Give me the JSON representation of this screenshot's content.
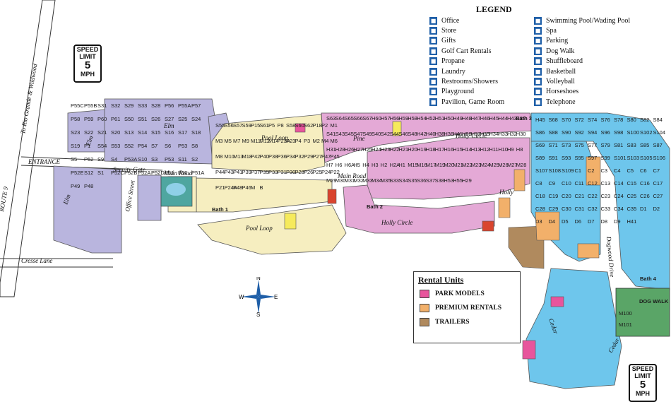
{
  "legend": {
    "title": "LEGEND",
    "left": [
      {
        "label": "Office",
        "icon": "office-icon"
      },
      {
        "label": "Store",
        "icon": "store-icon"
      },
      {
        "label": "Gifts",
        "icon": "gifts-icon"
      },
      {
        "label": "Golf Cart Rentals",
        "icon": "golf-cart-icon"
      },
      {
        "label": "Propane",
        "icon": "propane-icon"
      },
      {
        "label": "Laundry",
        "icon": "laundry-icon"
      },
      {
        "label": "Restrooms/Showers",
        "icon": "restroom-icon"
      },
      {
        "label": "Playground",
        "icon": "playground-icon"
      },
      {
        "label": "Pavilion, Game Room",
        "icon": "pavilion-icon"
      }
    ],
    "right": [
      {
        "label": "Swimming Pool/Wading Pool",
        "icon": "pool-icon"
      },
      {
        "label": "Spa",
        "icon": "spa-icon"
      },
      {
        "label": "Parking",
        "icon": "parking-icon"
      },
      {
        "label": "Dog Walk",
        "icon": "dog-walk-icon"
      },
      {
        "label": "Shuffleboard",
        "icon": "shuffleboard-icon"
      },
      {
        "label": "Basketball",
        "icon": "basketball-icon"
      },
      {
        "label": "Volleyball",
        "icon": "volleyball-icon"
      },
      {
        "label": "Horseshoes",
        "icon": "horseshoes-icon"
      },
      {
        "label": "Telephone",
        "icon": "telephone-icon"
      }
    ]
  },
  "speed_limit": {
    "line1": "SPEED",
    "line2": "LIMIT",
    "number": "5",
    "unit": "MPH"
  },
  "rental_units": {
    "title": "Rental Units",
    "items": [
      {
        "label": "PARK MODELS",
        "color": "#e8559c"
      },
      {
        "label": "PREMIUM RENTALS",
        "color": "#f2b06a"
      },
      {
        "label": "TRAILERS",
        "color": "#b08a5e"
      }
    ]
  },
  "compass": {
    "n": "N",
    "s": "S",
    "e": "E",
    "w": "W"
  },
  "colors": {
    "purple": "#b9b5de",
    "cream": "#f6eec0",
    "pink": "#e4a9d6",
    "blue": "#6ec6ec",
    "magenta": "#e8559c",
    "orange": "#f2b06a",
    "brown": "#b08a5e",
    "yellow": "#f6ea5c",
    "green": "#5aa567",
    "red": "#d9442e",
    "road": "#ffffff",
    "outline": "#555555"
  },
  "roads": {
    "route9": "ROUTE 9",
    "rio_grande": "To Rio Grande & Wildwood",
    "entrance": "ENTRANCE",
    "security_gate": "Secuity Gate",
    "main_road_1": "Main Road",
    "main_road_2": "Main Road",
    "office_street": "Office Street",
    "elm_1": "Elm",
    "elm_2": "Elm",
    "elm_3": "Elm",
    "pool_loop_1": "Pool Loop",
    "pool_loop_2": "Pool Loop",
    "pine": "Pine",
    "holly_circle_1": "Holly Circle",
    "holly_circle_2": "Holly Circle",
    "holly": "Holly",
    "dogwood": "Dogwood Drive",
    "cedar_1": "Cedar",
    "cedar_2": "Cedar",
    "cresse": "Cresse Lane"
  },
  "facilities": {
    "bath1": "Bath 1",
    "bath2": "Bath 2",
    "bath3": "Bath 3",
    "bath4": "Bath 4",
    "dog_walk": "DOG WALK"
  },
  "sites": {
    "west": [
      "P55C",
      "P55B",
      "S31",
      "S32",
      "S29",
      "S33",
      "S28",
      "P56",
      "P55A",
      "P57",
      "P58",
      "P59",
      "P60",
      "P61",
      "S50",
      "S51",
      "S26",
      "S27",
      "S25",
      "S24",
      "S23",
      "S22",
      "S21",
      "S20",
      "S13",
      "S14",
      "S15",
      "S16",
      "S17",
      "S18",
      "S19",
      "P1",
      "S54",
      "S53",
      "S52",
      "P54",
      "S7",
      "S6",
      "P53",
      "S8",
      "S5",
      "P52",
      "S9",
      "S4",
      "P53A",
      "S10",
      "S3",
      "P53",
      "S11",
      "S2",
      "P52E",
      "S12",
      "S1",
      "P52C",
      "P52B",
      "P52A",
      "P52D",
      "P51",
      "P50",
      "P51A",
      "P49",
      "P48"
    ],
    "cream": [
      "S55",
      "S56",
      "S57",
      "S59",
      "P15",
      "S61",
      "P5",
      "P8",
      "S58",
      "S60",
      "S62",
      "P18",
      "P2",
      "M1",
      "M3",
      "M5",
      "M7",
      "M9",
      "M11",
      "M12",
      "M14",
      "P23A",
      "P23",
      "P4",
      "P3",
      "M2",
      "M4",
      "M6",
      "M8",
      "M10",
      "M13",
      "M18",
      "P42",
      "P40",
      "P38",
      "P36",
      "P34",
      "P32",
      "P29",
      "P27",
      "P47",
      "P45",
      "P44",
      "P43",
      "P41",
      "P39",
      "P37",
      "P35",
      "P33",
      "P31",
      "P30",
      "P28",
      "P26",
      "P25",
      "P24",
      "P22",
      "P21",
      "P24A",
      "P48",
      "P46",
      "M",
      "B"
    ],
    "pink": [
      "S63",
      "S64",
      "S65",
      "S66",
      "S67",
      "H60",
      "H57",
      "H56",
      "H59",
      "H58",
      "H54",
      "H52",
      "H51",
      "H50",
      "H49",
      "H48",
      "H47",
      "H46",
      "H45",
      "H44",
      "H43",
      "S39",
      "S41",
      "S43",
      "S45",
      "S47",
      "S49",
      "S40",
      "S42",
      "S44",
      "S46",
      "S48",
      "H42",
      "H40",
      "H38",
      "H36",
      "H41",
      "H39",
      "H37",
      "H35",
      "H34",
      "H33",
      "H32",
      "H30",
      "H31",
      "H28",
      "H26",
      "H27",
      "H25",
      "H24",
      "H23",
      "H22",
      "H21",
      "H20",
      "H19",
      "H18",
      "H17",
      "H16",
      "H15",
      "H14",
      "H13",
      "H12",
      "H11",
      "H10",
      "H9",
      "H8",
      "H7",
      "H6",
      "H6A",
      "H5",
      "H4",
      "H3",
      "H2",
      "H2A",
      "H1",
      "M15",
      "M16",
      "M17",
      "M19",
      "M20",
      "M21",
      "M22",
      "M23",
      "M24",
      "M25",
      "M26",
      "M27",
      "M28",
      "M29",
      "M30",
      "M31",
      "M32",
      "M33",
      "M34",
      "M35",
      "S33",
      "S34",
      "S35",
      "S36",
      "S37",
      "S38",
      "H53",
      "H55",
      "H29"
    ],
    "blue": [
      "H45",
      "S68",
      "S70",
      "S72",
      "S74",
      "S76",
      "S78",
      "S80",
      "S82",
      "S84",
      "S86",
      "S88",
      "S90",
      "S92",
      "S94",
      "S96",
      "S98",
      "S100",
      "S102",
      "S104",
      "S69",
      "S71",
      "S73",
      "S75",
      "S77",
      "S79",
      "S81",
      "S83",
      "S85",
      "S87",
      "S89",
      "S91",
      "S93",
      "S95",
      "S97",
      "S99",
      "S101",
      "S103",
      "S105",
      "S106",
      "S107",
      "S108",
      "S109",
      "C1",
      "C2",
      "C3",
      "C4",
      "C5",
      "C6",
      "C7",
      "C8",
      "C9",
      "C10",
      "C11",
      "C12",
      "C13",
      "C14",
      "C15",
      "C16",
      "C17",
      "C18",
      "C19",
      "C20",
      "C21",
      "C22",
      "C23",
      "C24",
      "C25",
      "C26",
      "C27",
      "C28",
      "C29",
      "C30",
      "C31",
      "C32",
      "C33",
      "C34",
      "C35",
      "D1",
      "D2",
      "D3",
      "D4",
      "D5",
      "D6",
      "D7",
      "D8",
      "D9",
      "H41"
    ],
    "dog_walk_sites": [
      "M100",
      "M101"
    ]
  }
}
